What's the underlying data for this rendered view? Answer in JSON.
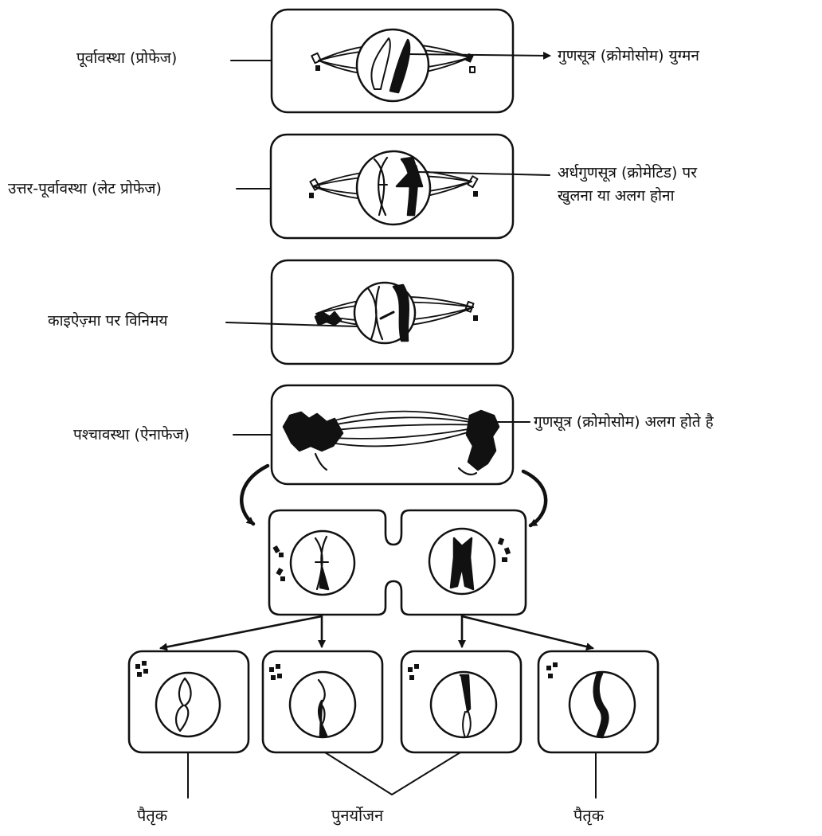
{
  "labels": {
    "prophase": "पूर्वावस्था (प्रोफेज)",
    "pairing": "गुणसूत्र (क्रोमोसोम) युग्मन",
    "late_prophase": "उत्तर-पूर्वावस्था (लेट प्रोफेज)",
    "chromatid_opening_line1": "अर्धगुणसूत्र (क्रोमेटिड) पर",
    "chromatid_opening_line2": "खुलना या अलग होना",
    "chiasma_exchange": "काइऐज़्मा पर विनिमय",
    "anaphase": "पश्चावस्था (ऐनाफेज)",
    "chromosomes_separate": "गुणसूत्र (क्रोमोसोम) अलग होते है",
    "parental_left": "पैतृक",
    "recombination": "पुनर्योजन",
    "parental_right": "पैतृक"
  },
  "colors": {
    "ink": "#111111",
    "paper": "#ffffff"
  }
}
